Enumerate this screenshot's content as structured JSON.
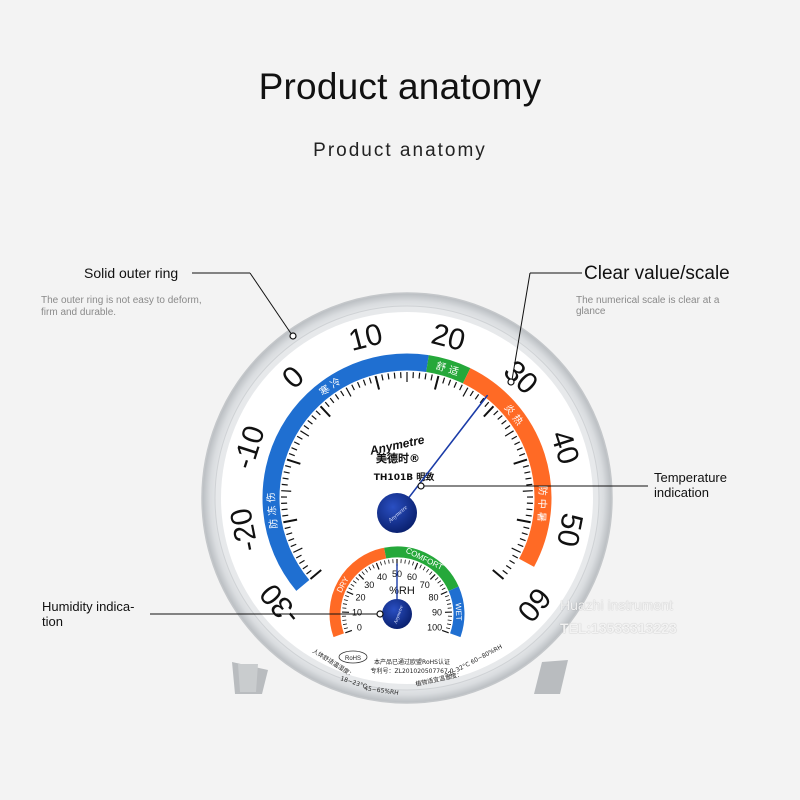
{
  "header": {
    "title": "Product anatomy",
    "subtitle": "Product anatomy"
  },
  "callouts": {
    "outer_ring": {
      "title": "Solid outer ring",
      "desc_line1": "The outer ring is not easy to deform,",
      "desc_line2": "firm and durable."
    },
    "scale": {
      "title": "Clear value/scale",
      "desc_line1": "The numerical scale is clear at a",
      "desc_line2": "glance"
    },
    "temperature": {
      "line1": "Temperature",
      "line2": "indication"
    },
    "humidity": {
      "line1": "Humidity indica-",
      "line2": "tion"
    }
  },
  "watermark": {
    "brand": "Huazhi instrument",
    "tel": "TEL:13533313223"
  },
  "gauge": {
    "brand": "Anymetre",
    "brand_cn": "美德时®",
    "model": "TH101B 明致",
    "temp_labels": [
      "-30",
      "-20",
      "-10",
      "0",
      "10",
      "20",
      "30",
      "40",
      "50",
      "60"
    ],
    "zone_cold": "寒 冷",
    "zone_frost": "防 冻 伤",
    "zone_comfort": "舒 适",
    "zone_hot": "炎 热",
    "zone_heatstroke": "防 中 暑",
    "humidity_unit": "%RH",
    "humidity_labels": [
      "0",
      "10",
      "20",
      "30",
      "40",
      "50",
      "60",
      "70",
      "80",
      "90",
      "100"
    ],
    "humidity_dry": "DRY",
    "humidity_comfort": "COMFORT",
    "humidity_wet": "WET",
    "center_logo": "Anymetre",
    "rohs": "RoHS",
    "footer_line1": "本产品已通过欧盟RoHS认证",
    "footer_line2": "专利号：ZL201020507767.0",
    "human_comfort": "人体舒适温湿度：",
    "human_range_temp": "18~23°C",
    "human_range_rh": "45~65%RH",
    "plant_comfort": "植物适宜温湿度：",
    "plant_range": "22~32°C  60~80%RH",
    "temperature_reading": 28,
    "humidity_reading": 50,
    "colors": {
      "cold": "#1f6fd1",
      "comfort": "#25a83a",
      "hot": "#ff6a25",
      "hub": "#0b2b8f"
    }
  }
}
